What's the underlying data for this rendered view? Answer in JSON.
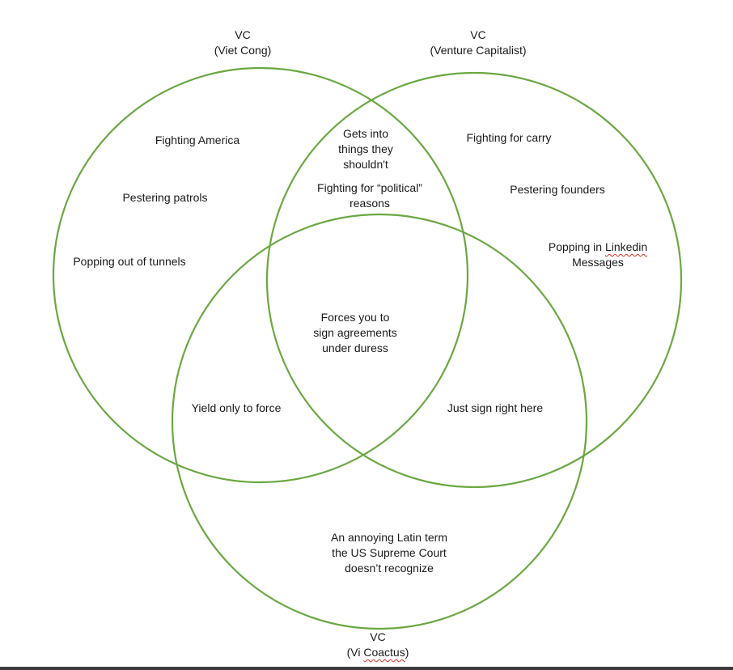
{
  "colors": {
    "circle_stroke": "#6aa842",
    "text": "#1a1a1a",
    "spellcheck_underline": "#d93025",
    "bottom_rule": "#3c3c3c"
  },
  "sets": {
    "viet_cong": {
      "abbr": "VC",
      "name": "(Viet Cong)"
    },
    "venture_capitalist": {
      "abbr": "VC",
      "name": "(Venture Capitalist)"
    },
    "vi_coactus": {
      "abbr": "VC",
      "name_open": "(Vi ",
      "name_flagged": "Coactus",
      "name_close": ")"
    }
  },
  "regions": {
    "viet_cong_only": [
      "Fighting America",
      "Pestering patrols",
      "Popping out of tunnels"
    ],
    "venture_capitalist_only": {
      "item1": "Fighting for carry",
      "item2": "Pestering founders",
      "item3_prefix": "Popping in ",
      "item3_flagged": "Linkedin",
      "item3_line2": "Messages"
    },
    "viet_cong_and_venture_capitalist": {
      "gets_into": [
        "Gets into",
        "things they",
        "shouldn't"
      ],
      "fighting_political": [
        "Fighting for “political”",
        "reasons"
      ]
    },
    "all_three": [
      "Forces you to",
      "sign agreements",
      "under duress"
    ],
    "viet_cong_and_vi_coactus": "Yield only to force",
    "venture_capitalist_and_vi_coactus": "Just sign right here",
    "vi_coactus_only": [
      "An annoying Latin term",
      "the US Supreme Court",
      "doesn’t recognize"
    ]
  }
}
